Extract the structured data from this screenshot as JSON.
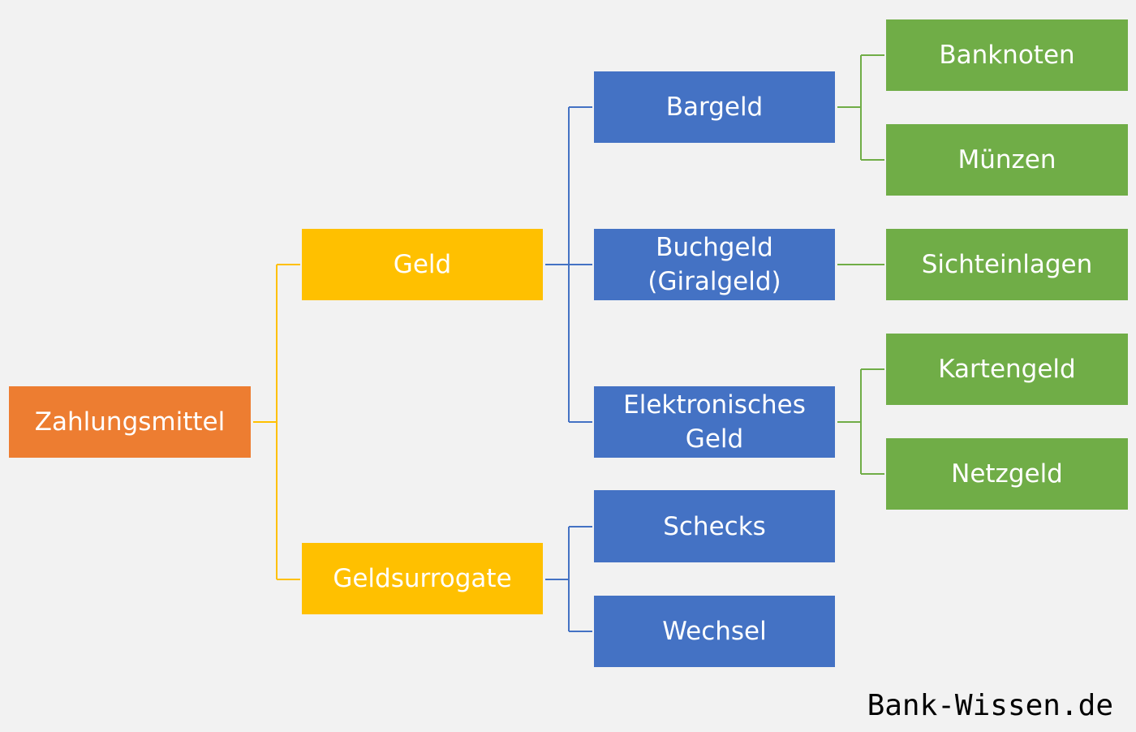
{
  "colors": {
    "root": "#ed7d31",
    "level1": "#ffc000",
    "level2": "#4472c4",
    "level3": "#70ad47",
    "background": "#f2f2f2"
  },
  "nodes": {
    "root": "Zahlungsmittel",
    "geld": "Geld",
    "geldsurrogate": "Geldsurrogate",
    "bargeld": "Bargeld",
    "buchgeld_line1": "Buchgeld",
    "buchgeld_line2": "(Giralgeld)",
    "elektronisch_line1": "Elektronisches",
    "elektronisch_line2": "Geld",
    "schecks": "Schecks",
    "wechsel": "Wechsel",
    "banknoten": "Banknoten",
    "muenzen": "Münzen",
    "sichteinlagen": "Sichteinlagen",
    "kartengeld": "Kartengeld",
    "netzgeld": "Netzgeld"
  },
  "watermark": "Bank-Wissen.de"
}
